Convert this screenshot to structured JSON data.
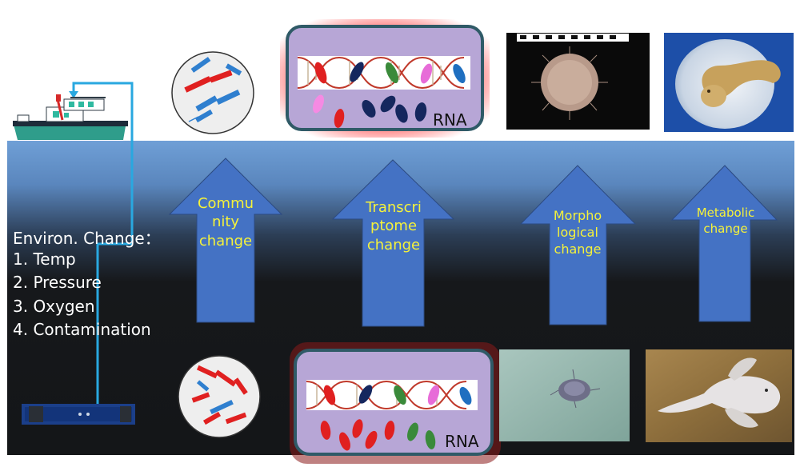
{
  "environment": {
    "title": "Environ. Change：",
    "items": [
      "1. Temp",
      "2. Pressure",
      "3. Oxygen",
      "4. Contamination"
    ]
  },
  "arrows": [
    {
      "lines": [
        "Commu",
        "nity",
        "change"
      ]
    },
    {
      "lines": [
        "Transcri",
        "ptome",
        "change"
      ]
    },
    {
      "lines": [
        "Morpho",
        "logical",
        "change"
      ]
    },
    {
      "lines": [
        "Metabolic",
        "change"
      ]
    }
  ],
  "rna_top": "RNA",
  "rna_bottom": "RNA",
  "colors": {
    "ocean_top": "#6f9fd6",
    "ocean_deep": "#141618",
    "arrow_fill": "#4472c4",
    "arrow_text": "#f5f23a",
    "tether": "#29a8e0",
    "rna_panel": "#b7a6d6",
    "rna_border": "#2f5a67",
    "rna_glow": "#e03a3a"
  }
}
